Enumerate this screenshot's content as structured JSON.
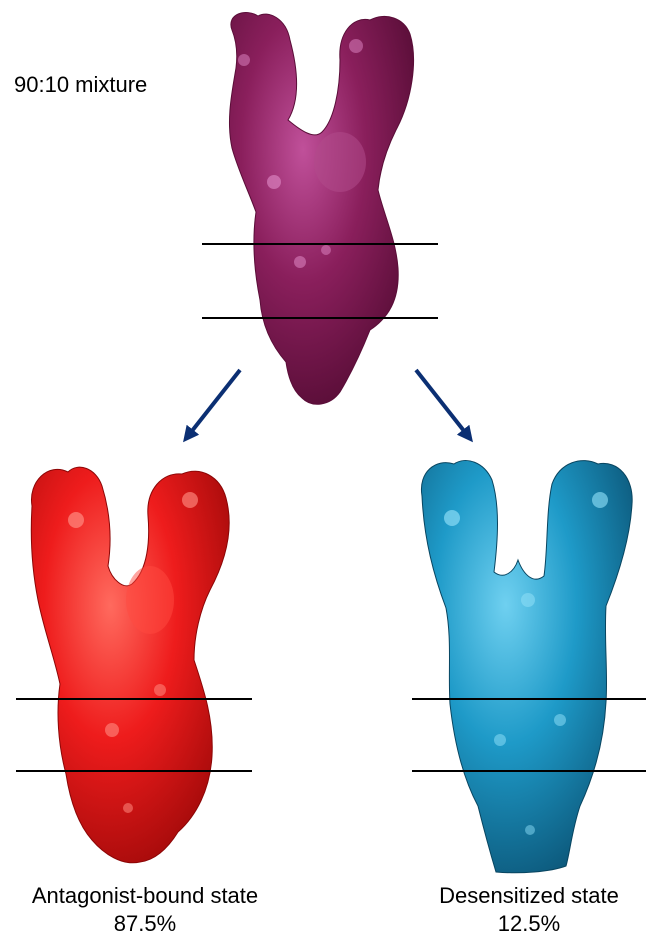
{
  "mixture": {
    "label": "90:10 mixture",
    "color": "#8a1f5c"
  },
  "states": [
    {
      "name": "Antagonist-bound state",
      "percent": "87.5%",
      "color": "#ee1c1c"
    },
    {
      "name": "Desensitized state",
      "percent": "12.5%",
      "color": "#1e9ac8"
    }
  ],
  "arrow_color": "#0b2f73"
}
